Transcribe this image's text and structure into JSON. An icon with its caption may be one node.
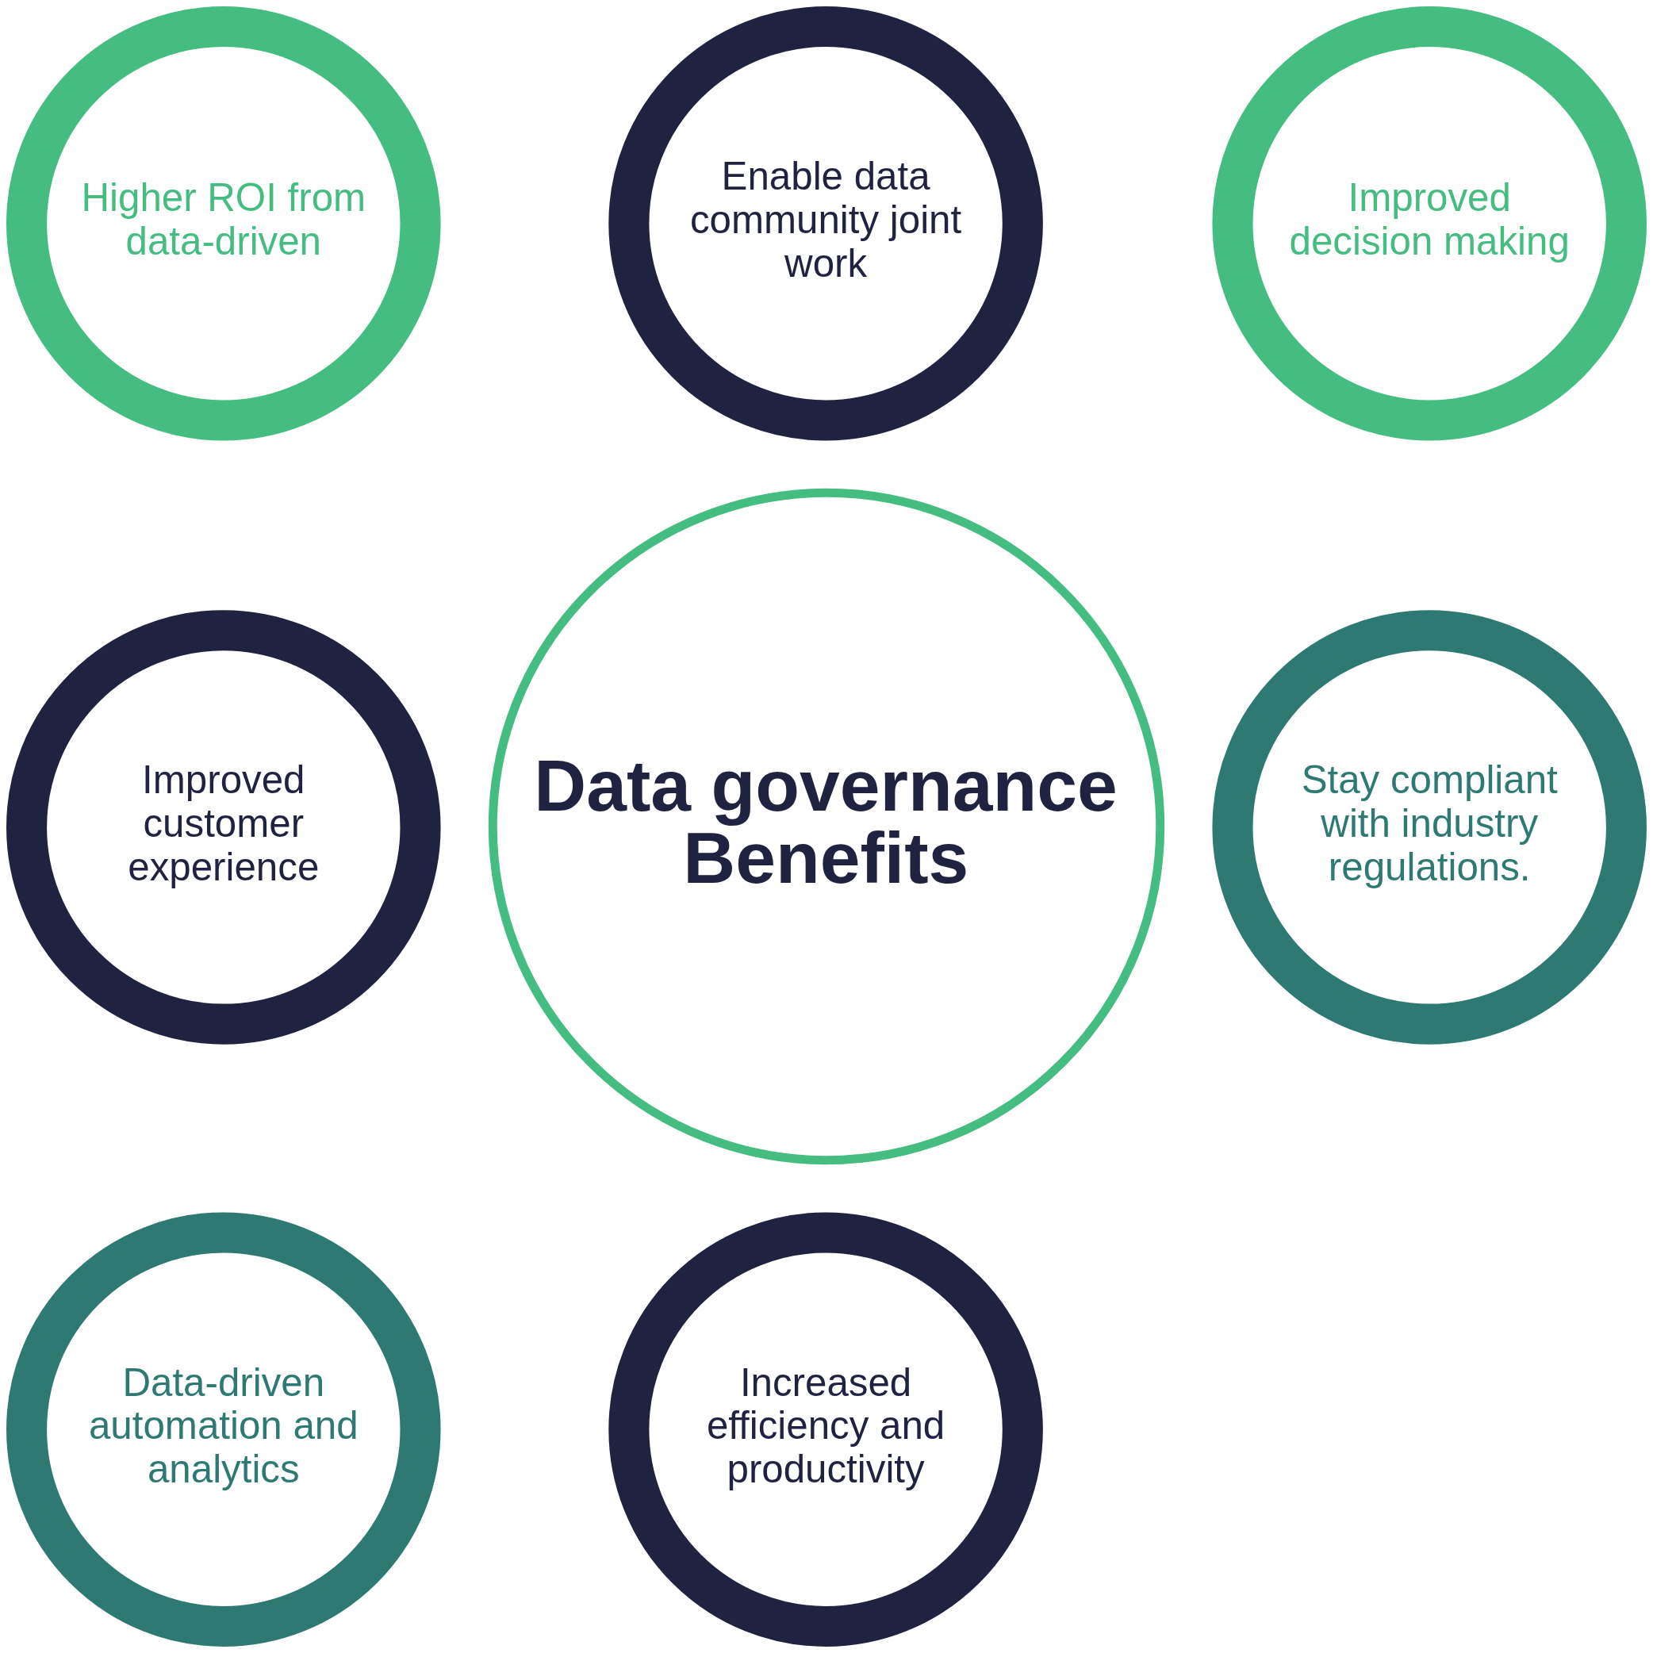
{
  "diagram": {
    "nodes": [
      {
        "text": [
          "Enable data community joint work"
        ]
      },
      {
        "text": [
          "Higher ROI from data-driven"
        ]
      },
      {
        "text": [
          "Improved decision making"
        ]
      },
      {
        "text": [
          "Improved customer experience"
        ]
      },
      {
        "text": [
          "Data governance Benefits"
        ]
      },
      {
        "text": [
          "Stay compliant with industry regulations."
        ]
      },
      {
        "text": [
          "Data-driven automation and analytics"
        ]
      },
      {
        "text": [
          "Increased efficiency and productivity"
        ]
      }
    ],
    "edges": []
  }
}
